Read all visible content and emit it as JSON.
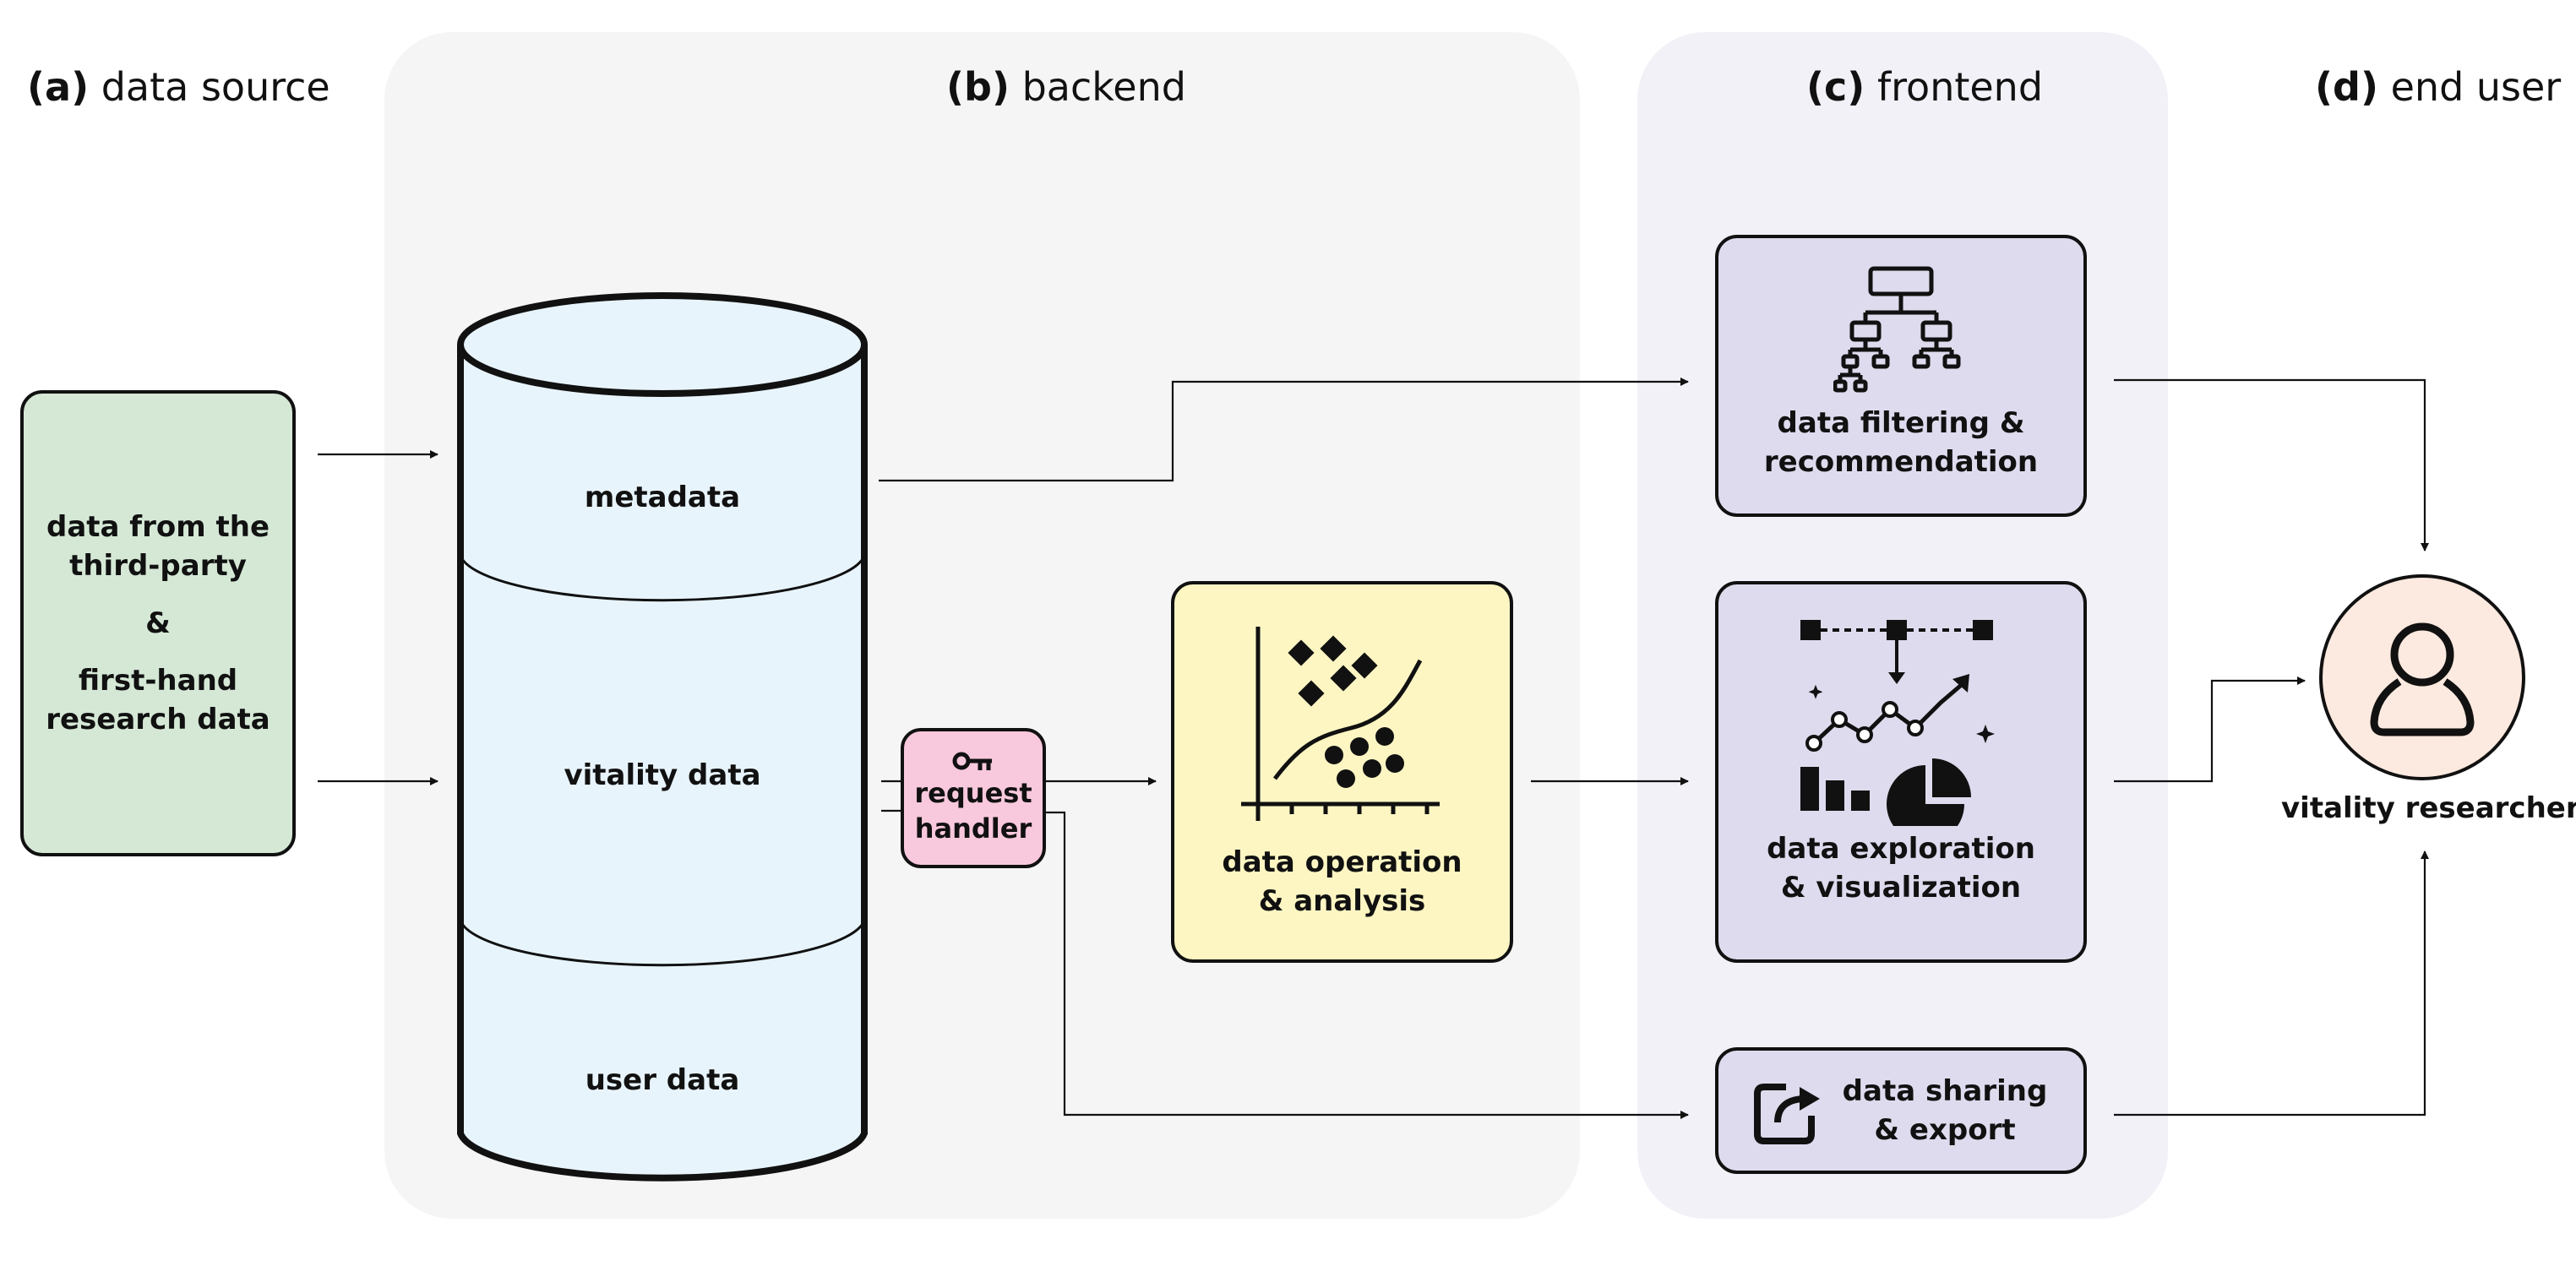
{
  "sections": {
    "a": {
      "tag": "(a)",
      "name": "data source"
    },
    "b": {
      "tag": "(b)",
      "name": "backend"
    },
    "c": {
      "tag": "(c)",
      "name": "frontend"
    },
    "d": {
      "tag": "(d)",
      "name": "end user"
    }
  },
  "source_box": {
    "line1": "data from the\nthird-party",
    "amp": "&",
    "line2": "first-hand\nresearch data",
    "color": "#d5e8d6"
  },
  "database": {
    "segments": [
      "metadata",
      "vitality data",
      "user data"
    ],
    "color": "#e8f4fc"
  },
  "request_handler": {
    "label": "request\nhandler",
    "icon": "key-icon",
    "color": "#f8c8dc"
  },
  "operation": {
    "label": "data operation\n& analysis",
    "icon": "scatter-plot-icon",
    "color": "#fdf6c3"
  },
  "frontend": {
    "color": "#dedbee",
    "filtering": {
      "label": "data filtering &\nrecommendation",
      "icon": "hierarchy-icon"
    },
    "exploration": {
      "label": "data exploration\n& visualization",
      "icon": "charts-icon"
    },
    "sharing": {
      "label": "data sharing\n& export",
      "icon": "export-share-icon"
    }
  },
  "user": {
    "label": "vitality researchers",
    "icon": "person-icon",
    "color": "#fce9df"
  },
  "panel_colors": {
    "backend": "#f5f5f5",
    "frontend": "#f2f1f8"
  }
}
